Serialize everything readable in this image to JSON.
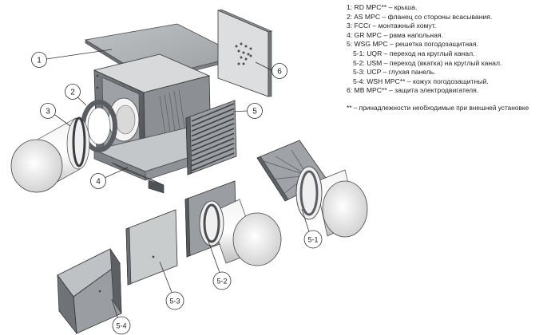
{
  "legend": {
    "items": [
      "1: RD MPC** – крыша.",
      "2: AS MPC – фланец со стороны всасывания.",
      "3: FCCr – монтажный хомут.",
      "4: GR MPC – рама напольная.",
      "5: WSG MPC – решетка погодозащитная."
    ],
    "subitems": [
      "5-1: UQR – переход на круглый канал.",
      "5-2: USM – переход (вкатка) на круглый канал.",
      "5-3: UCP – глухая панель.",
      "5-4: WSH MPC** – кожух погодозащитный."
    ],
    "last": "6: MB MPC** – защита электродвигателя.",
    "note": "** – принадлежности необходимые при внешней установке"
  },
  "callouts": {
    "c1": "1",
    "c2": "2",
    "c3": "3",
    "c4": "4",
    "c5": "5",
    "c6": "6",
    "c51": "5-1",
    "c52": "5-2",
    "c53": "5-3",
    "c54": "5-4"
  }
}
